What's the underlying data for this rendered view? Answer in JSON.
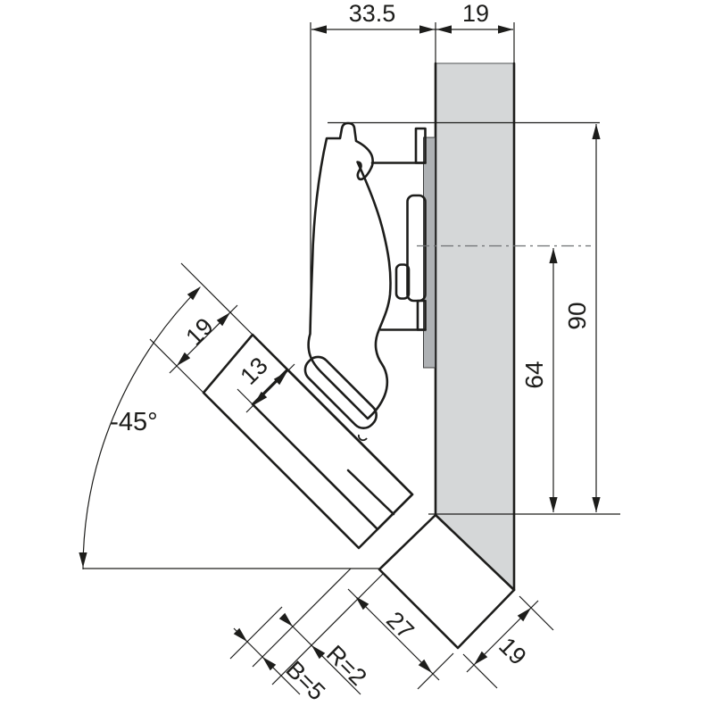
{
  "drawing": {
    "type": "technical-dimension-drawing",
    "subject": "concealed cabinet hinge mounted between a vertical cabinet panel and a door at -45 degree corner application, side section view",
    "dims": {
      "overlay_width": "33.5",
      "panel_thickness_top": "19",
      "height_total": "90",
      "height_center": "64",
      "opening_angle": "-45°",
      "door_thickness": "19",
      "cup_distance": "13",
      "corner_width": "27",
      "panel_thickness_bottom": "19",
      "radius": "R=2",
      "gap": "B=5"
    },
    "colors": {
      "background": "#ffffff",
      "panel_fill": "#d5d7d8",
      "mounting_plate_fill": "#aeb1b4",
      "plate_body_fill": "#d0d2d4",
      "hinge_fill": "#ffffff",
      "line": "#1d1d1b",
      "centerline": "#6d6f71"
    }
  }
}
